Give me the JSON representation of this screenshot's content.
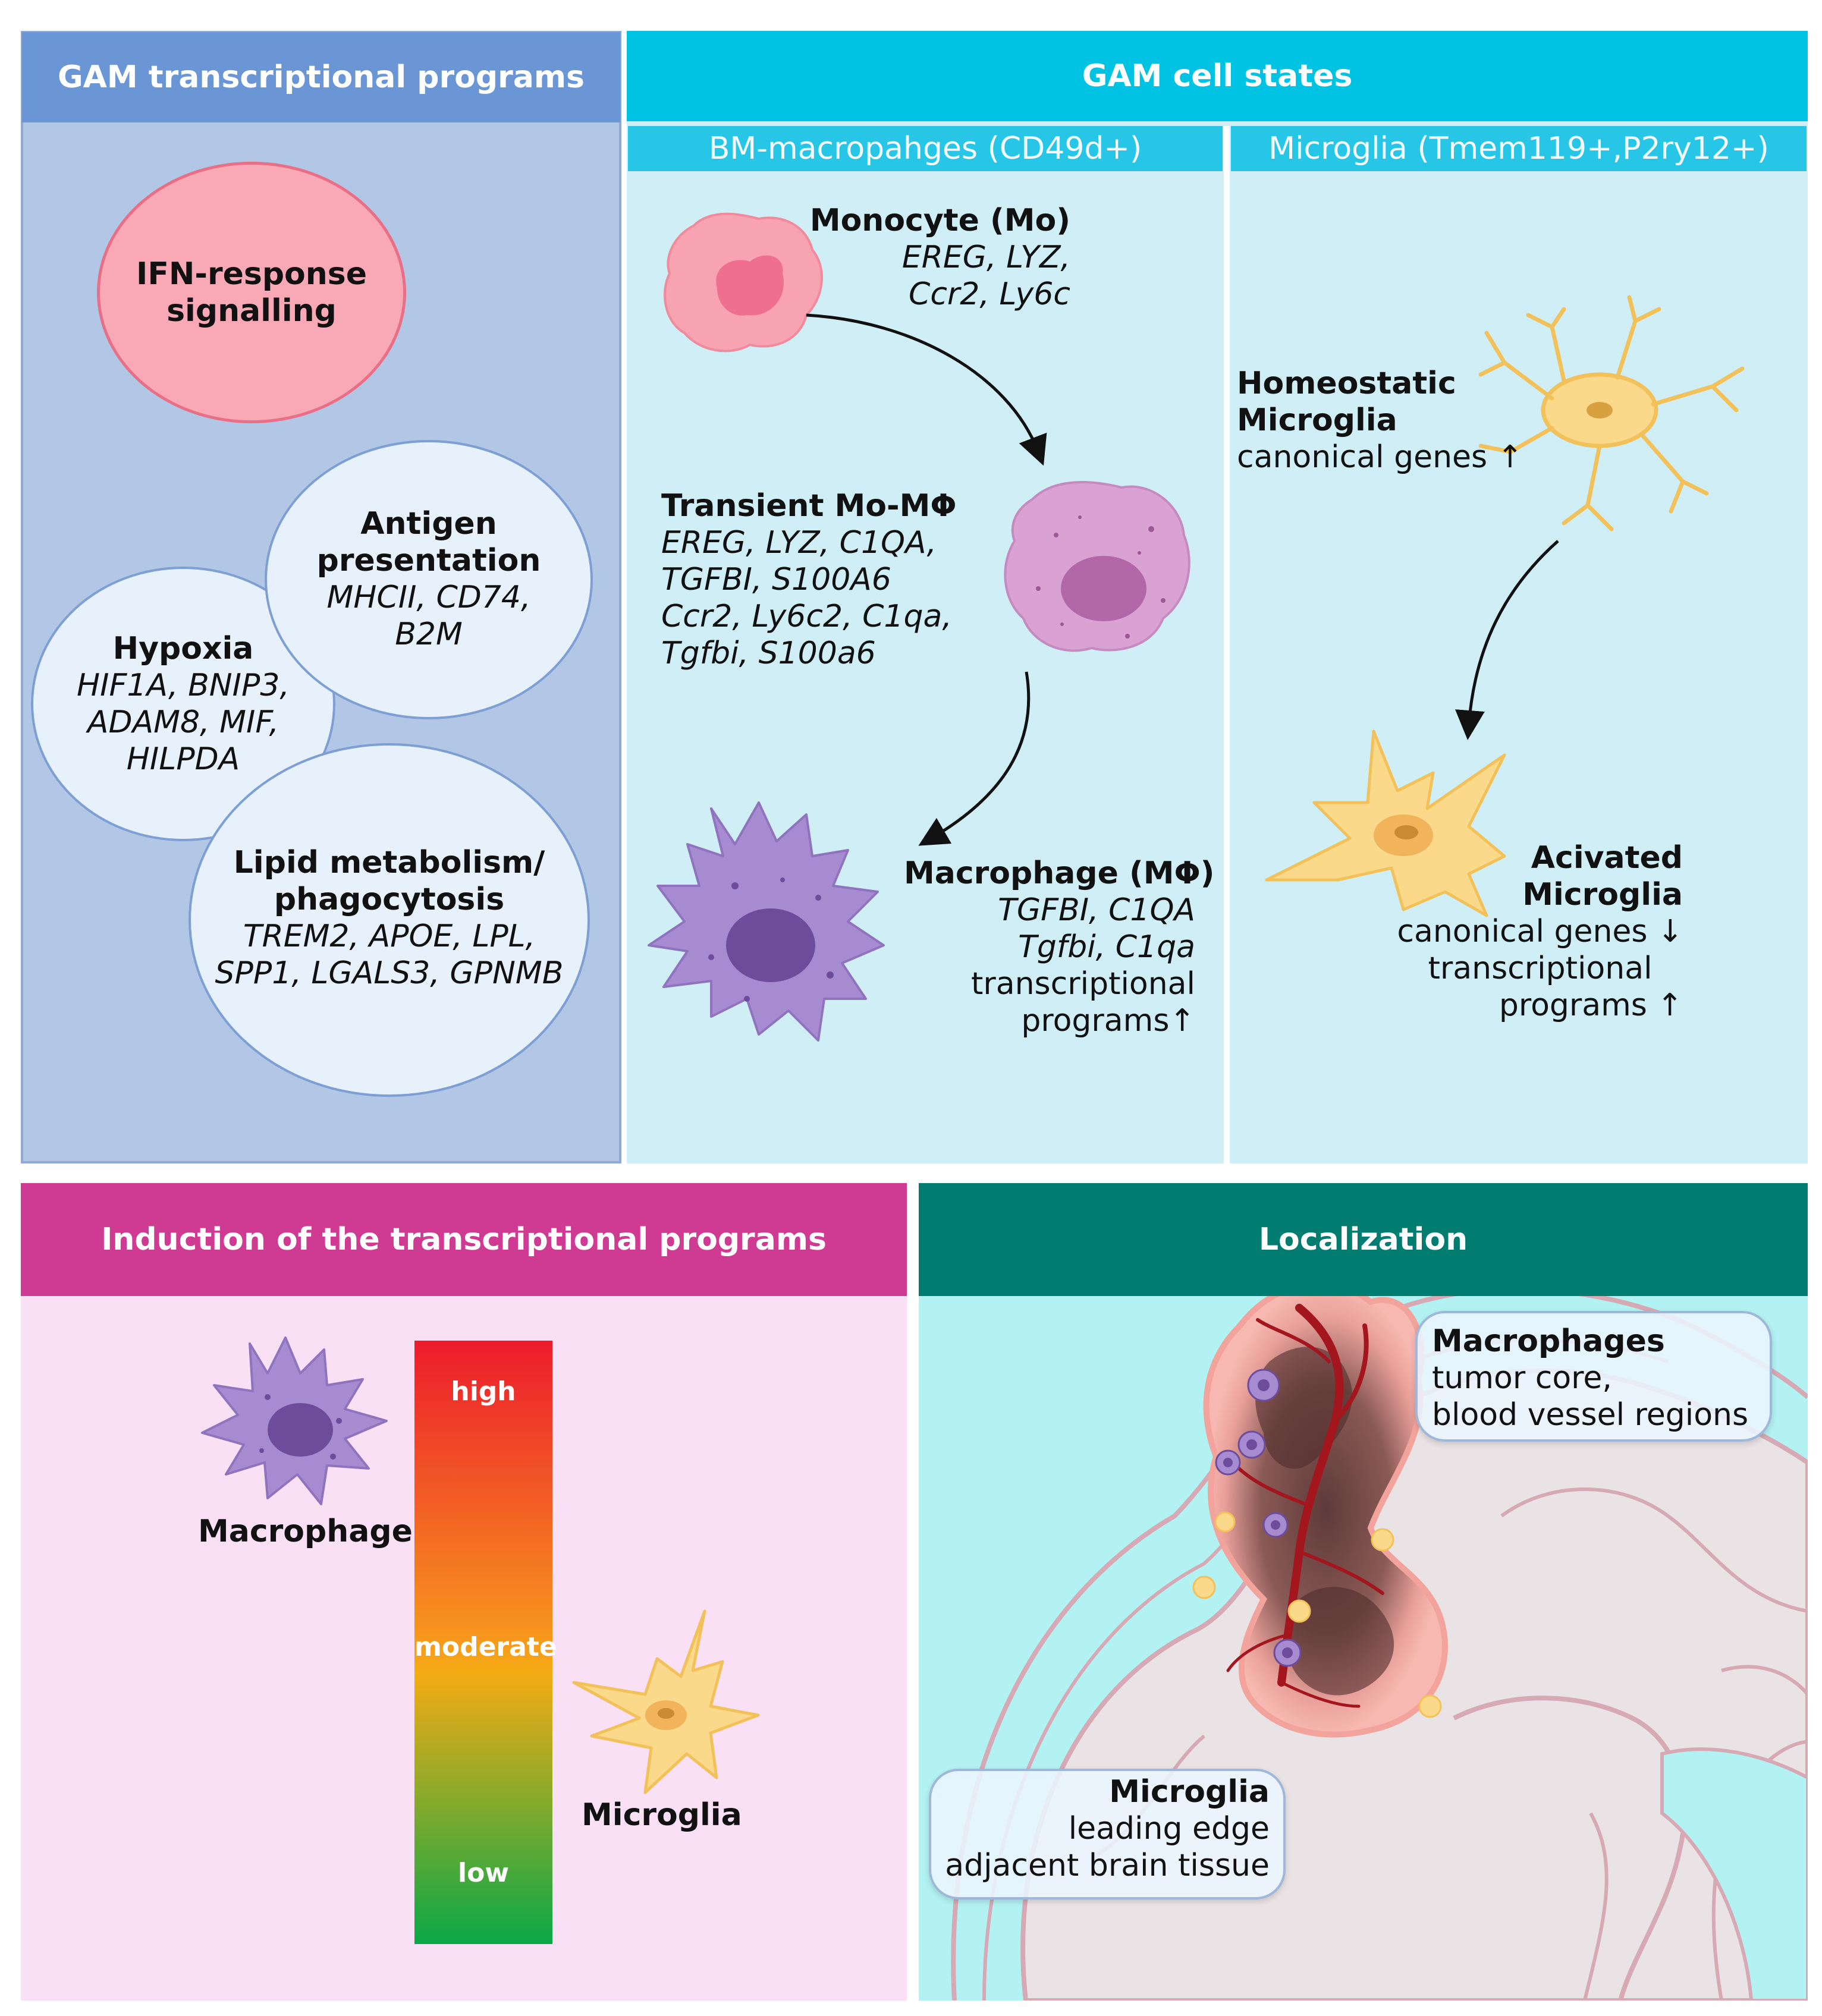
{
  "colors": {
    "programs_header": "#6a96d6",
    "programs_bg": "#b2c6e6",
    "states_header": "#00c3e3",
    "states_bg": "#d0eef6",
    "induction_header": "#cf3a92",
    "induction_bg": "#f9e0f5",
    "localization_header": "#007c70",
    "localization_bg": "#b3f2f2",
    "ifn_oval": "#f9a9b6",
    "gene_oval": "#e7f1fb"
  },
  "programs": {
    "header": "GAM transcriptional programs",
    "ifn": {
      "line1": "IFN-response",
      "line2": "signalling"
    },
    "antigen": {
      "title1": "Antigen",
      "title2": "presentation",
      "genes1": "MHCII, CD74,",
      "genes2": "B2M"
    },
    "hypoxia": {
      "title": "Hypoxia",
      "genes1": "HIF1A, BNIP3,",
      "genes2": "ADAM8, MIF,",
      "genes3": "HILPDA"
    },
    "lipid": {
      "title1": "Lipid metabolism/",
      "title2": "phagocytosis",
      "genes1": "TREM2, APOE, LPL,",
      "genes2": "SPP1, LGALS3, GPNMB"
    }
  },
  "states": {
    "header": "GAM cell states",
    "bm_header": "BM-macropahges (CD49d+)",
    "microglia_header": "Microglia (Tmem119+,P2ry12+)",
    "monocyte": {
      "title": "Monocyte (Mo)",
      "genes1": "EREG, LYZ,",
      "genes2": "Ccr2, Ly6c"
    },
    "transient": {
      "title": "Transient Mo-MΦ",
      "genes1": "EREG, LYZ, C1QA,",
      "genes2": "TGFBI, S100A6",
      "genes3": "Ccr2, Ly6c2,  C1qa,",
      "genes4": "Tgfbi, S100a6"
    },
    "macrophage": {
      "title": "Macrophage (MΦ)",
      "genes1": "TGFBI, C1QA",
      "genes2": "Tgfbi, C1qa",
      "line3": "transcriptional",
      "line4": "programs↑"
    },
    "homeostatic": {
      "title1": "Homeostatic",
      "title2": "Microglia",
      "line3": "canonical genes ↑"
    },
    "activated": {
      "title1": "Acivated",
      "title2": "Microglia",
      "line3": "canonical genes ↓",
      "line4": "transcriptional",
      "line5": "programs ↑"
    }
  },
  "induction": {
    "header": "Induction of the transcriptional programs",
    "scale_high": "high",
    "scale_moderate": "moderate",
    "scale_low": "low",
    "macrophage_label": "Macrophage",
    "microglia_label": "Microglia"
  },
  "localization": {
    "header": "Localization",
    "macrophages": {
      "title": "Macrophages",
      "line2": "tumor core,",
      "line3": "blood vessel regions"
    },
    "microglia": {
      "title": "Microglia",
      "line2": "leading edge",
      "line3": "adjacent brain tissue"
    }
  }
}
